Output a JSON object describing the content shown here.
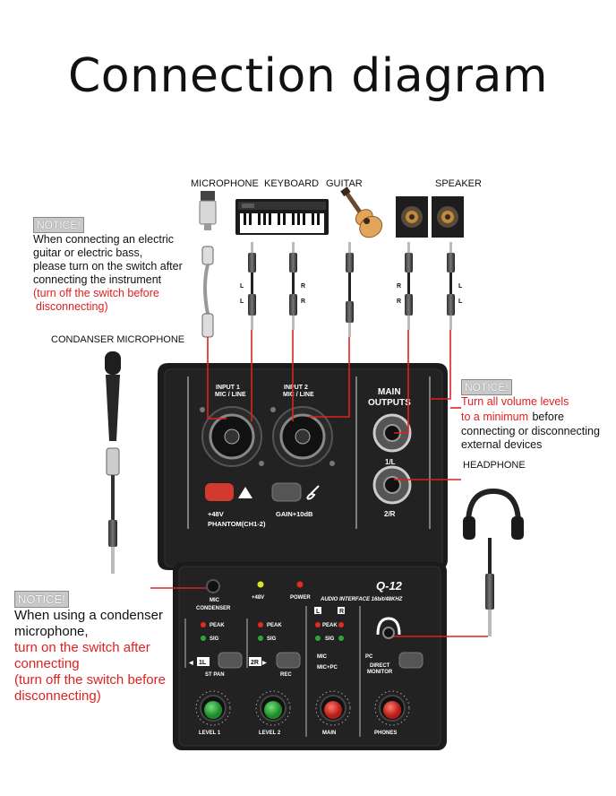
{
  "title": "Connection diagram",
  "devices": {
    "microphone": "MICROPHONE",
    "keyboard": "KEYBOARD",
    "guitar": "GUITAR",
    "speaker": "SPEAKER",
    "condenser_microphone": "CONDANSER MICROPHONE",
    "headphone": "HEADPHONE"
  },
  "cable_labels": {
    "l": "L",
    "r": "R"
  },
  "notice_left": {
    "tag": "NOTICE!",
    "line1": "When connecting an electric",
    "line2": "guitar or electric bass,",
    "line3": "please turn on the switch after",
    "line4": "connecting the instrument",
    "red1": "(turn off the switch before",
    "red2": "disconnecting)"
  },
  "notice_right": {
    "tag": "NOTICE!",
    "red1": "Turn all volume levels",
    "red2": "to a minimum",
    "black2": "before",
    "black3": "connecting or disconnecting",
    "black4": "external devices"
  },
  "notice_bottom": {
    "tag": "NOTICE!",
    "black1": "When using a condenser",
    "black2": "microphone,",
    "red1": "turn on the switch after",
    "red2": "connecting",
    "red3": "(turn off the switch before",
    "red4": "disconnecting)"
  },
  "panel": {
    "input1": "INPUT 1",
    "input2": "INPUT 2",
    "mic_line": "MIC / LINE",
    "main_outputs_1": "MAIN",
    "main_outputs_2": "OUTPUTS",
    "out_1l": "1/L",
    "out_2r": "2/R",
    "phantom_48v": "+48V",
    "phantom": "PHANTOM(CH1-2)",
    "gain": "GAIN+10dB",
    "model": "Q-12",
    "subtitle": "AUDIO INTERFACE 16bit/48KHZ",
    "mic": "MIC",
    "condenser": "CONDENSER",
    "led_48v": "+48V",
    "power": "POWER",
    "peak": "PEAK",
    "sig": "SIG",
    "badge_l": "L",
    "badge_r": "R",
    "mode_mic": "MIC",
    "mode_micpc": "MIC+PC",
    "pc": "PC",
    "direct": "DIRECT",
    "monitor": "MONITOR",
    "pan_1l": "1L",
    "pan_2r": "2R",
    "st_pan": "ST PAN",
    "rec": "REC",
    "level1": "LEVEL 1",
    "level2": "LEVEL 2",
    "main": "MAIN",
    "phones": "PHONES"
  },
  "colors": {
    "red_text": "#e02020",
    "knob_green": "#2fa83a",
    "knob_red": "#d8302a",
    "button_red": "#d33a2f",
    "panel": "#1b1b1b"
  }
}
